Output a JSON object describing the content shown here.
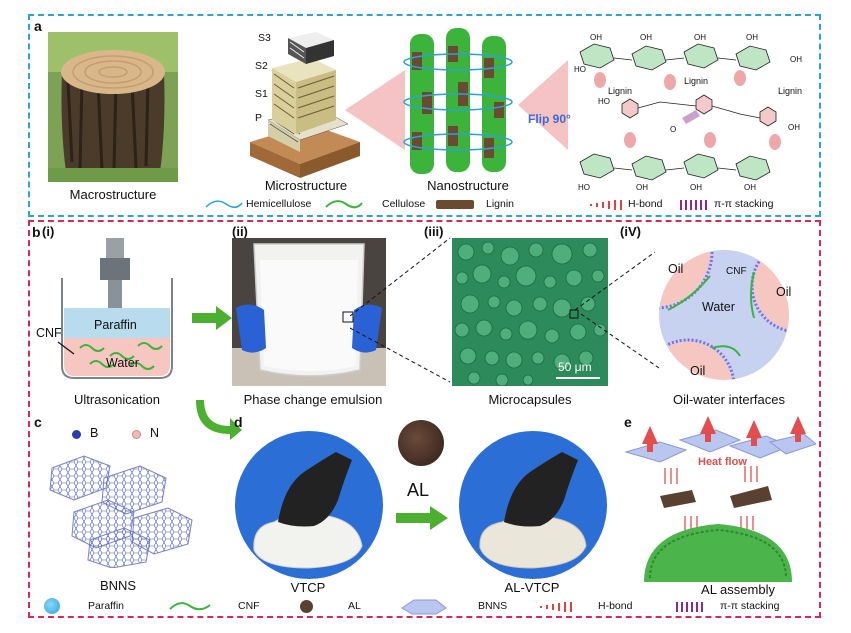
{
  "colors": {
    "panel_a_border": "#2aa3d8",
    "panel_b_border": "#d8285a",
    "arrow_green": "#4caf30",
    "cellulose_green": "#3cb43c",
    "lignin_brown": "#6b4a32",
    "hbond_red": "#e04040",
    "pipi_purple": "#8a2a8a"
  },
  "panel_a": {
    "label": "a",
    "macro_caption": "Macrostructure",
    "micro_caption": "Microstructure",
    "nano_caption": "Nanostructure",
    "wall_layers": [
      "S3",
      "S2",
      "S1",
      "P"
    ],
    "flip_text": "Flip 90°",
    "lignin_label": "Lignin",
    "legend": {
      "hemicellulose": "Hemicellulose",
      "cellulose": "Cellulose",
      "lignin": "Lignin",
      "hbond": "H-bond",
      "pipi": "π-π stacking"
    }
  },
  "panel_b": {
    "label": "b",
    "sub_i": "(i)",
    "sub_ii": "(ii)",
    "sub_iii": "(iii)",
    "sub_iv": "(iV)",
    "beaker_cnf": "CNF",
    "beaker_paraffin": "Paraffin",
    "beaker_water": "Water",
    "caption_i": "Ultrasonication",
    "caption_ii": "Phase change emulsion",
    "caption_iii": "Microcapsules",
    "caption_iv": "Oil-water interfaces",
    "scale_bar": "50 μm",
    "interface_oil": "Oil",
    "interface_cnf": "CNF",
    "interface_water": "Water"
  },
  "panel_c": {
    "label": "c",
    "atom_b": "B",
    "atom_n": "N",
    "caption": "BNNS"
  },
  "panel_d": {
    "label": "d",
    "caption_left": "VTCP",
    "additive": "AL",
    "caption_right": "AL-VTCP"
  },
  "panel_e": {
    "label": "e",
    "heat_flow": "Heat flow",
    "caption": "AL assembly"
  },
  "bottom_legend": {
    "paraffin": "Paraffin",
    "cnf": "CNF",
    "al": "AL",
    "bnns": "BNNS",
    "hbond": "H-bond",
    "pipi": "π-π stacking"
  }
}
